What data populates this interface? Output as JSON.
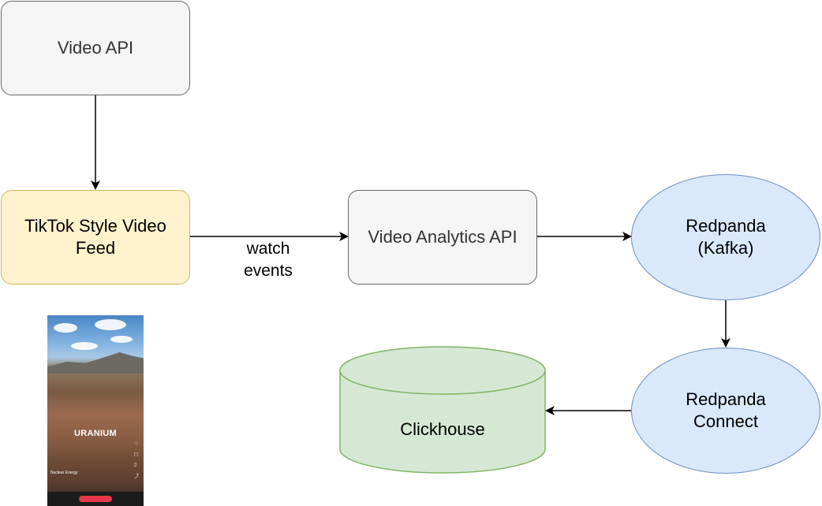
{
  "nodes": {
    "video_api": "Video API",
    "tiktok_feed": "TikTok Style Video Feed",
    "video_analytics_api": "Video Analytics API",
    "redpanda_kafka": "Redpanda (Kafka)",
    "redpanda_connect": "Redpanda Connect",
    "clickhouse": "Clickhouse"
  },
  "edges": {
    "feed_to_analytics_label": "watch events"
  },
  "thumbnail": {
    "title": "URANIUM",
    "caption": "Nuclear Energy"
  },
  "colors": {
    "gray_fill": "#f5f5f5",
    "yellow_fill": "#fff2cc",
    "blue_fill": "#dae8fc",
    "green_fill": "#d5e8d4"
  }
}
